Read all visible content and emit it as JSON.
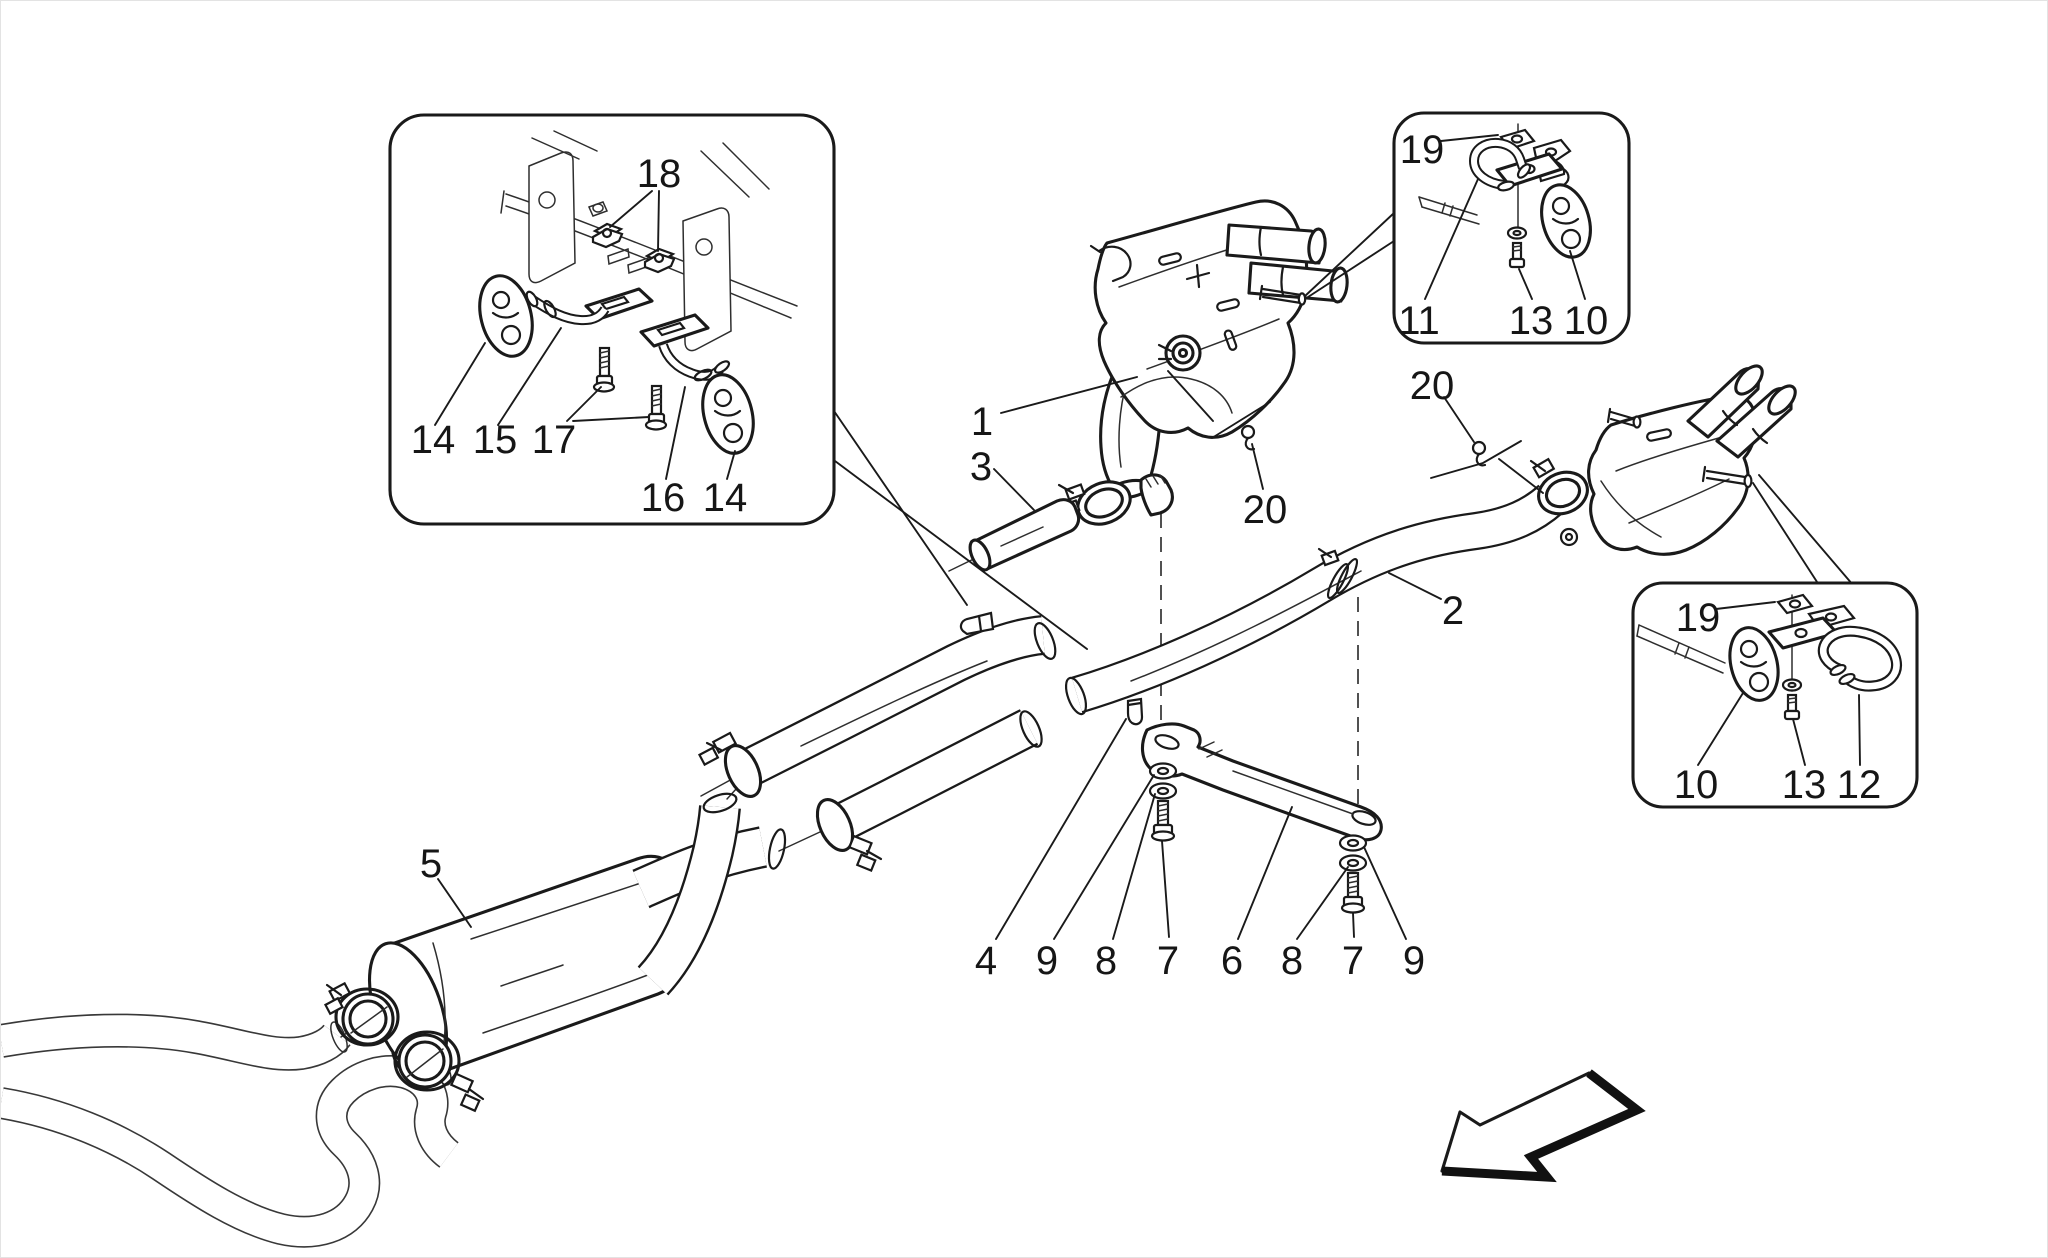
{
  "page": {
    "background": "#ffffff",
    "line_color": "#1a1a1a",
    "border_color": "#e3e3e3"
  },
  "diagram": {
    "type": "exploded-parts-diagram",
    "subject": "exhaust-silencers-and-pipes",
    "arrow": {
      "name": "assembly-direction-arrow",
      "direction": "down-left"
    },
    "callouts": [
      {
        "id": "inset1-18",
        "text": "18"
      },
      {
        "id": "inset1-14-left",
        "text": "14"
      },
      {
        "id": "inset1-15",
        "text": "15"
      },
      {
        "id": "inset1-17",
        "text": "17"
      },
      {
        "id": "inset1-16",
        "text": "16"
      },
      {
        "id": "inset1-14-right",
        "text": "14"
      },
      {
        "id": "inset2-19",
        "text": "19"
      },
      {
        "id": "inset2-11",
        "text": "11"
      },
      {
        "id": "inset2-13",
        "text": "13"
      },
      {
        "id": "inset2-10",
        "text": "10"
      },
      {
        "id": "inset3-19",
        "text": "19"
      },
      {
        "id": "inset3-10",
        "text": "10"
      },
      {
        "id": "inset3-13",
        "text": "13"
      },
      {
        "id": "inset3-12",
        "text": "12"
      },
      {
        "id": "main-1",
        "text": "1"
      },
      {
        "id": "main-3",
        "text": "3"
      },
      {
        "id": "main-20-left",
        "text": "20"
      },
      {
        "id": "main-2",
        "text": "2"
      },
      {
        "id": "main-20-right",
        "text": "20"
      },
      {
        "id": "main-5",
        "text": "5"
      },
      {
        "id": "main-4",
        "text": "4"
      },
      {
        "id": "main-9-left",
        "text": "9"
      },
      {
        "id": "main-8-left",
        "text": "8"
      },
      {
        "id": "main-7-left",
        "text": "7"
      },
      {
        "id": "main-6",
        "text": "6"
      },
      {
        "id": "main-8-right",
        "text": "8"
      },
      {
        "id": "main-7-right",
        "text": "7"
      },
      {
        "id": "main-9-right",
        "text": "9"
      }
    ]
  }
}
